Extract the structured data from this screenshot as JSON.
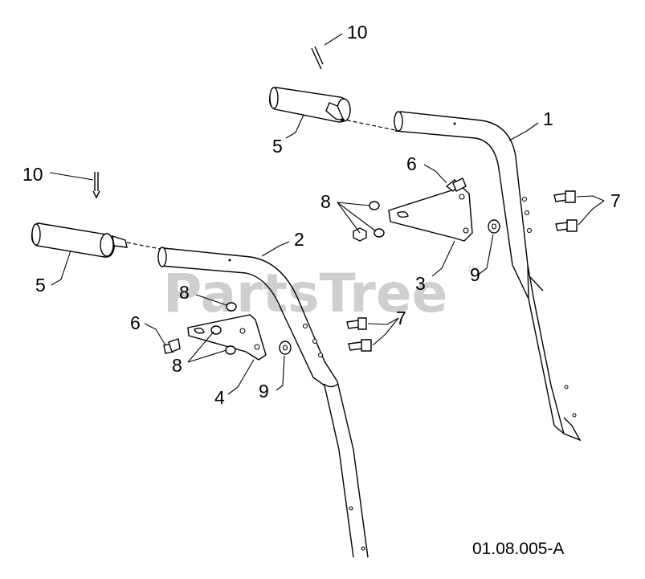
{
  "watermark": {
    "text": "PartsTree",
    "trademark": "TM"
  },
  "diagram_code": "01.08.005-A",
  "callouts": {
    "c1": "1",
    "c2": "2",
    "c3": "3",
    "c4": "4",
    "c5a": "5",
    "c5b": "5",
    "c6a": "6",
    "c6b": "6",
    "c7a": "7",
    "c7b": "7",
    "c8a": "8",
    "c8b": "8",
    "c8c": "8",
    "c9a": "9",
    "c9b": "9",
    "c10a": "10",
    "c10b": "10"
  }
}
